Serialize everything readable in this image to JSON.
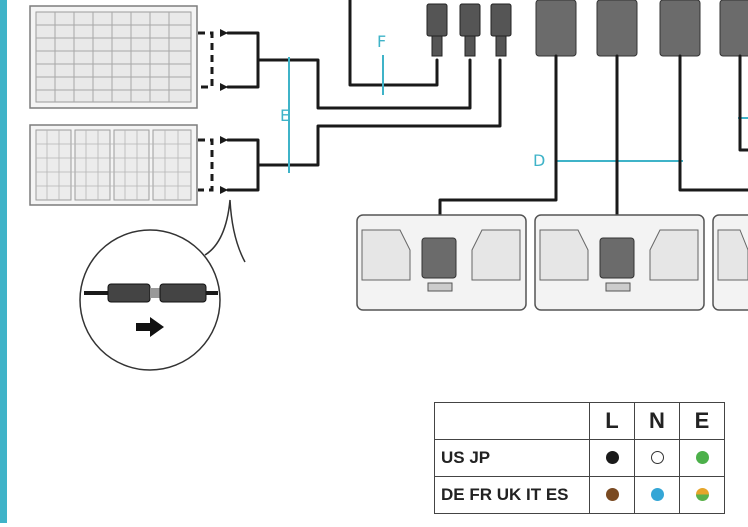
{
  "labels": {
    "d": "D",
    "e": "E",
    "f": "F"
  },
  "legend": {
    "headers": [
      "",
      "L",
      "N",
      "E"
    ],
    "rows": [
      {
        "region": "US JP",
        "l": "black",
        "n": "white",
        "e": "green"
      },
      {
        "region": "DE FR UK IT ES",
        "l": "brown",
        "n": "blue",
        "e": "green-yellow"
      }
    ]
  },
  "colors": {
    "accent": "#3fb3c8",
    "wire": "#1a1a1a",
    "black": "#1a1a1a",
    "white": "#ffffff",
    "green": "#4cb04a",
    "brown": "#7a4a22",
    "blue": "#34a6d6",
    "green_yellow_top": "#e6a52a",
    "green_yellow_bottom": "#5ab14a"
  },
  "icons": [
    "solar-panel-icon",
    "mc4-connector-icon",
    "arrow-right-icon",
    "battery-unit-icon",
    "inverter-plug-icon"
  ]
}
